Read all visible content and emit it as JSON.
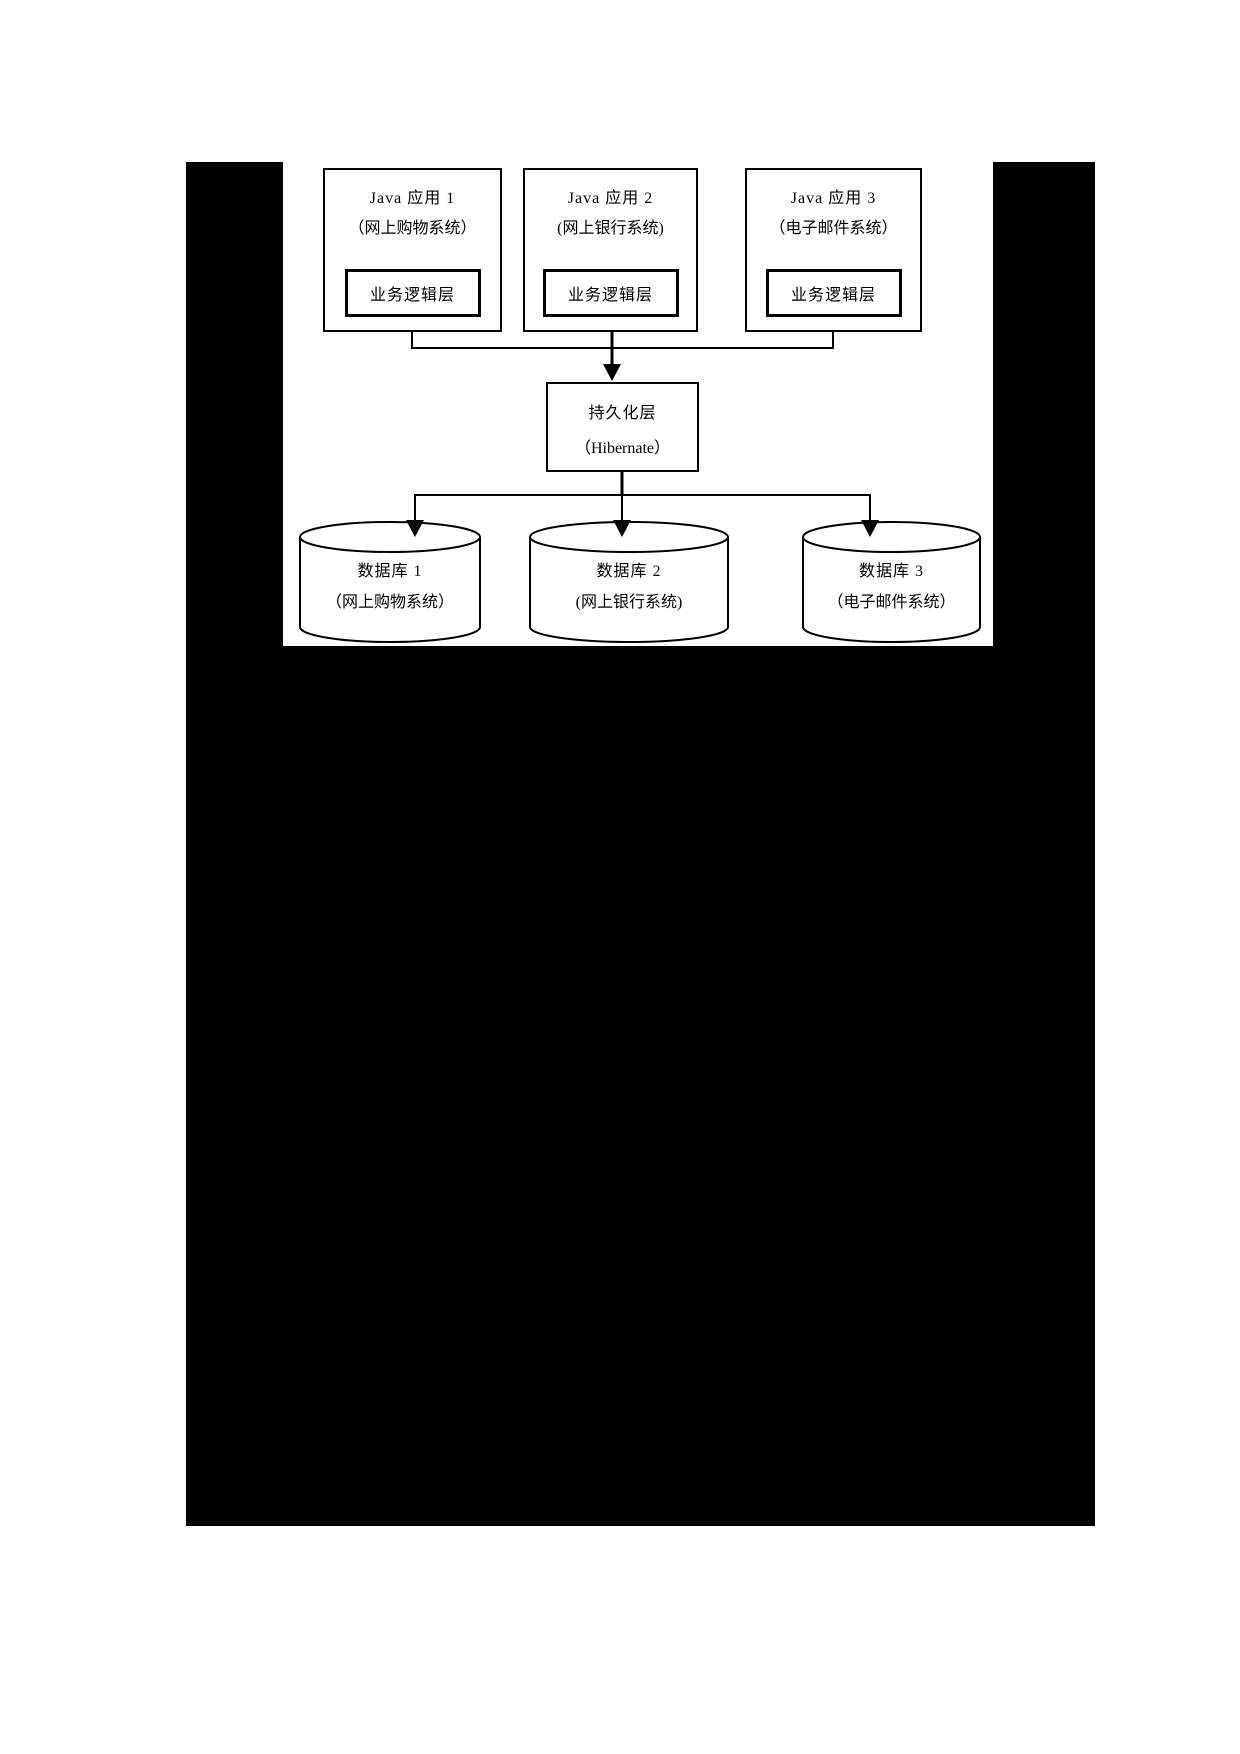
{
  "diagram": {
    "apps": [
      {
        "title": "Java 应用 1",
        "subtitle": "（网上购物系统）",
        "layer": "业务逻辑层"
      },
      {
        "title": "Java 应用 2",
        "subtitle": "(网上银行系统)",
        "layer": "业务逻辑层"
      },
      {
        "title": "Java 应用 3",
        "subtitle": "（电子邮件系统）",
        "layer": "业务逻辑层"
      }
    ],
    "persistence": {
      "title": "持久化层",
      "subtitle": "（Hibernate）"
    },
    "databases": [
      {
        "title": "数据库 1",
        "subtitle": "（网上购物系统）"
      },
      {
        "title": "数据库 2",
        "subtitle": "(网上银行系统)"
      },
      {
        "title": "数据库 3",
        "subtitle": "（电子邮件系统）"
      }
    ],
    "colors": {
      "page_background": "#ffffff",
      "panel_background": "#000000",
      "diagram_background": "#ffffff",
      "line": "#000000"
    }
  }
}
